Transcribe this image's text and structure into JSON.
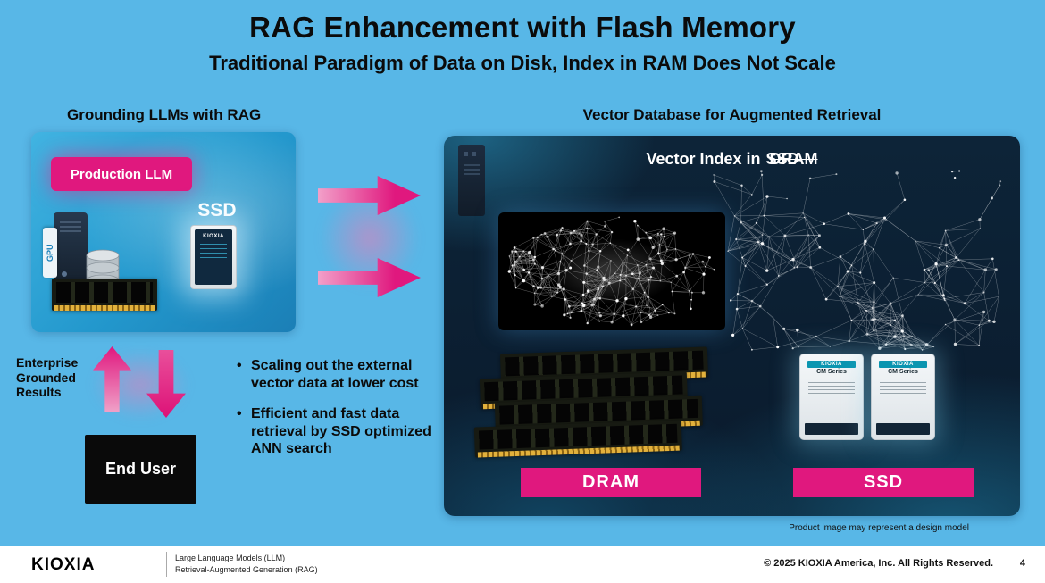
{
  "title": "RAG Enhancement with Flash Memory",
  "subtitle": "Traditional Paradigm of Data on Disk, Index in RAM Does Not Scale",
  "left": {
    "heading": "Grounding LLMs with RAG",
    "production_llm": "Production LLM",
    "gpu": "GPU",
    "ssd_label": "SSD",
    "ssd_card_brand": "KIOXIA",
    "enterprise_results": "Enterprise\nGrounded\nResults",
    "end_user": "End User"
  },
  "bullets": [
    "Scaling out the external vector data at lower cost",
    "Efficient and fast data retrieval by SSD optimized ANN search"
  ],
  "right": {
    "heading": "Vector Database for Augmented Retrieval",
    "panel_title_prefix": "Vector Index in",
    "panel_title_struck": "DRAM",
    "panel_title_overlay": "SSD",
    "dram_badge": "DRAM",
    "ssd_badge": "SSD",
    "ssd_cards": {
      "brand": "KIOXIA",
      "series": "CM Series"
    },
    "disclaimer": "Product image may represent a design model"
  },
  "footer": {
    "logo": "KIOXIA",
    "note_line1": "Large Language Models (LLM)",
    "note_line2": "Retrieval-Augmented Generation (RAG)",
    "copyright": "© 2025 KIOXIA America, Inc. All Rights Reserved.",
    "page": "4"
  },
  "colors": {
    "background": "#58B7E7",
    "magenta": "#E0187E",
    "panel_dark": "#0B1E33",
    "black": "#000000"
  }
}
